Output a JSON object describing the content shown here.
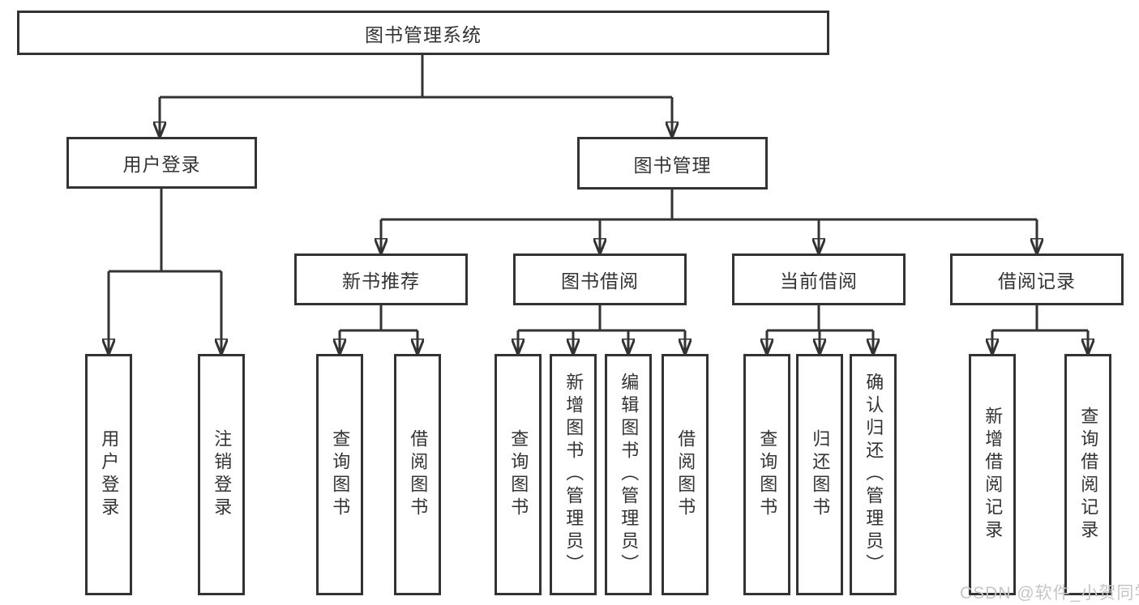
{
  "nodes": {
    "root": "图书管理系统",
    "user_login_group": "用户登录",
    "book_mgmt": "图书管理",
    "new_book_rec": "新书推荐",
    "book_borrow": "图书借阅",
    "current_borrow": "当前借阅",
    "borrow_records": "借阅记录",
    "user_login": "用户登录",
    "logout": "注销登录",
    "newbook_query": "查询图书",
    "newbook_borrow": "借阅图书",
    "borrow_query": "查询图书",
    "borrow_add": "新增图书（管理员）",
    "borrow_edit": "编辑图书（管理员）",
    "borrow_do": "借阅图书",
    "current_query": "查询图书",
    "current_return": "归还图书",
    "current_confirm": "确认归还（管理员）",
    "records_add": "新增借阅记录",
    "records_query": "查询借阅记录"
  },
  "watermark": "CSDN @软件_小贺同学",
  "colors": {
    "line": "#333333",
    "text": "#333333",
    "watermark": "#c6c6c6",
    "background": "#ffffff"
  }
}
